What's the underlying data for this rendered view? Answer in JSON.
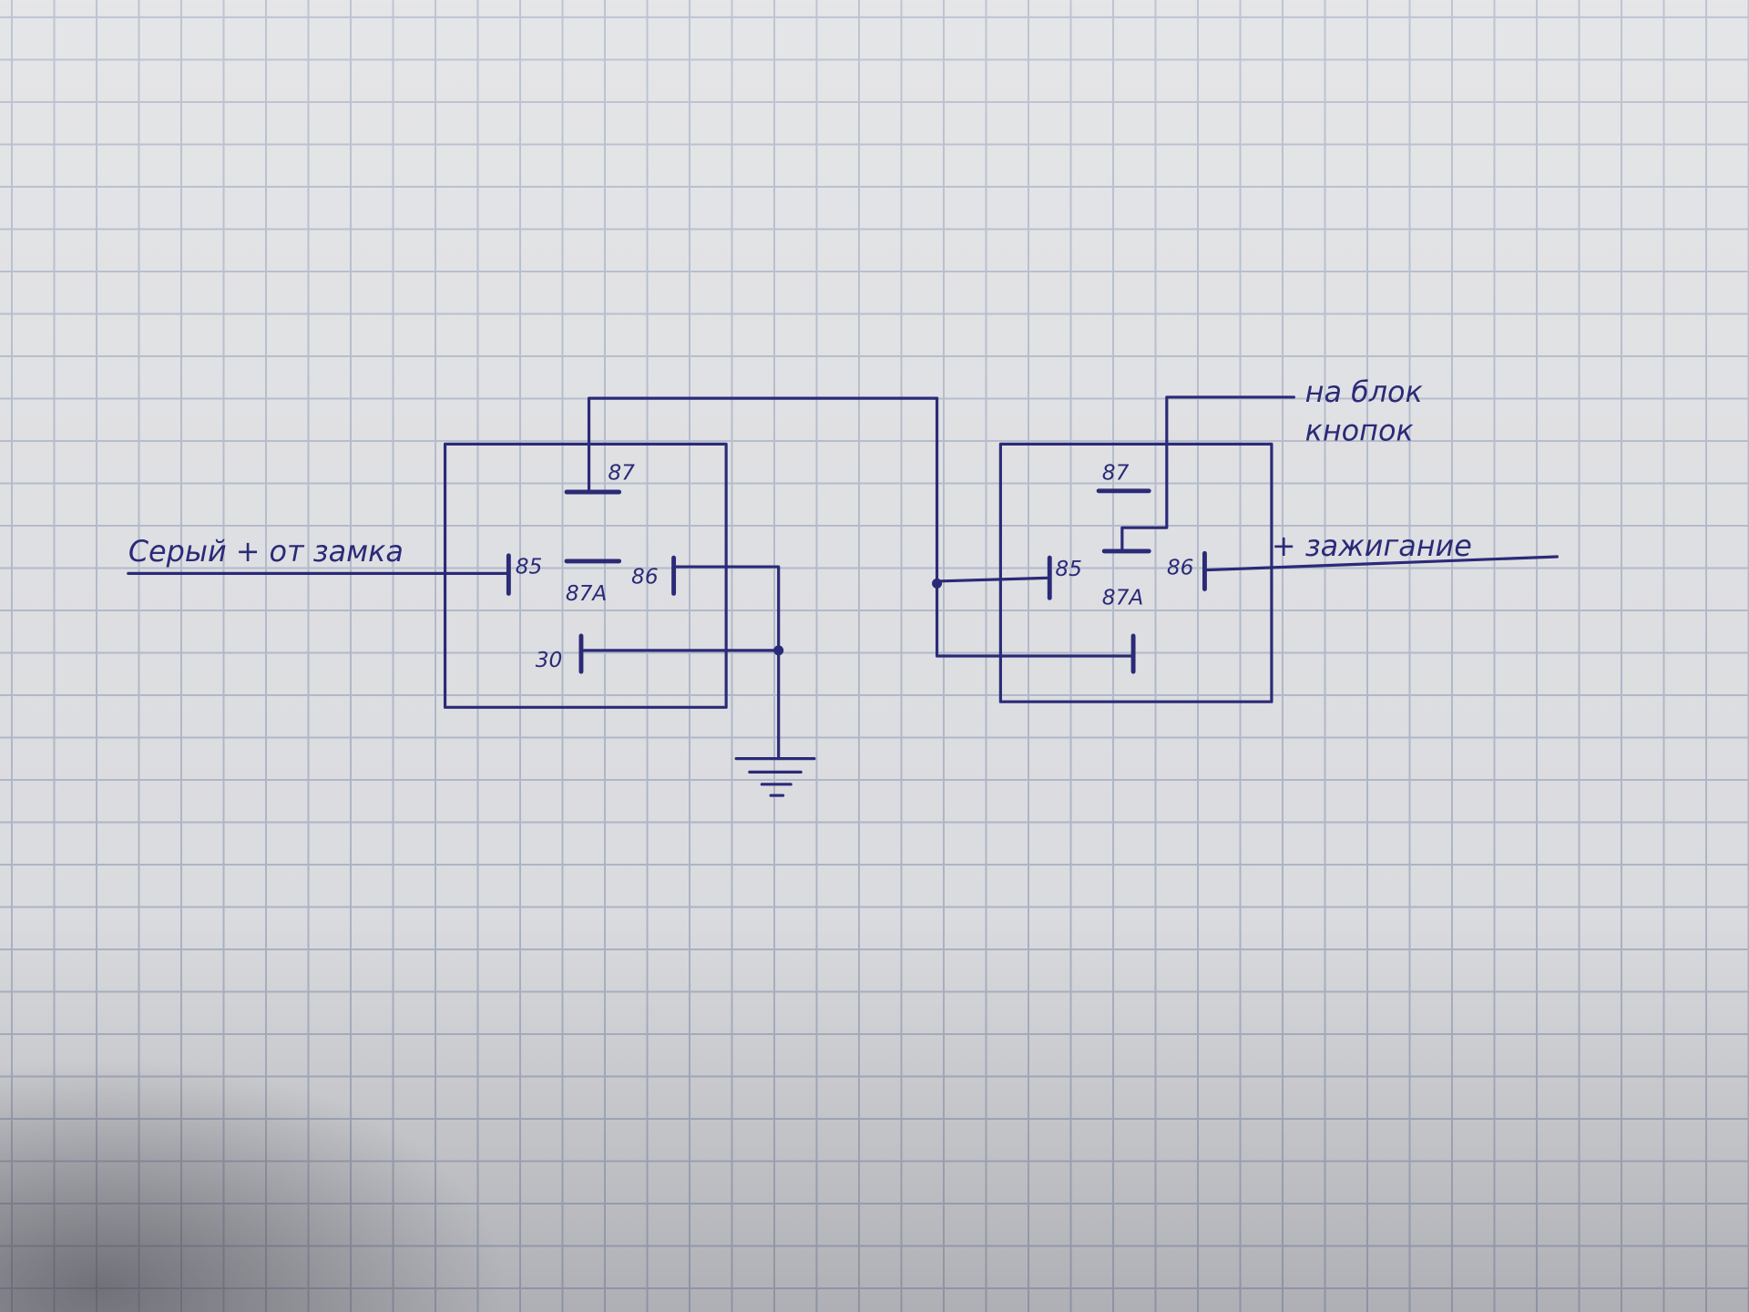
{
  "diagram": {
    "type": "hand-drawn relay wiring diagram",
    "ink_color": "#2b2a78",
    "relay_left": {
      "pins": {
        "p87": "87",
        "p85": "85",
        "p87a": "87A",
        "p86": "86",
        "p30": "30"
      }
    },
    "relay_right": {
      "pins": {
        "p87": "87",
        "p85": "85",
        "p87a": "87A",
        "p86": "86"
      }
    },
    "labels": {
      "input_left": "Серый + от замка",
      "to_buttons_line1": "на блок",
      "to_buttons_line2": "кнопок",
      "ignition": "+ зажигание"
    },
    "ground_symbol": "ground-icon"
  }
}
